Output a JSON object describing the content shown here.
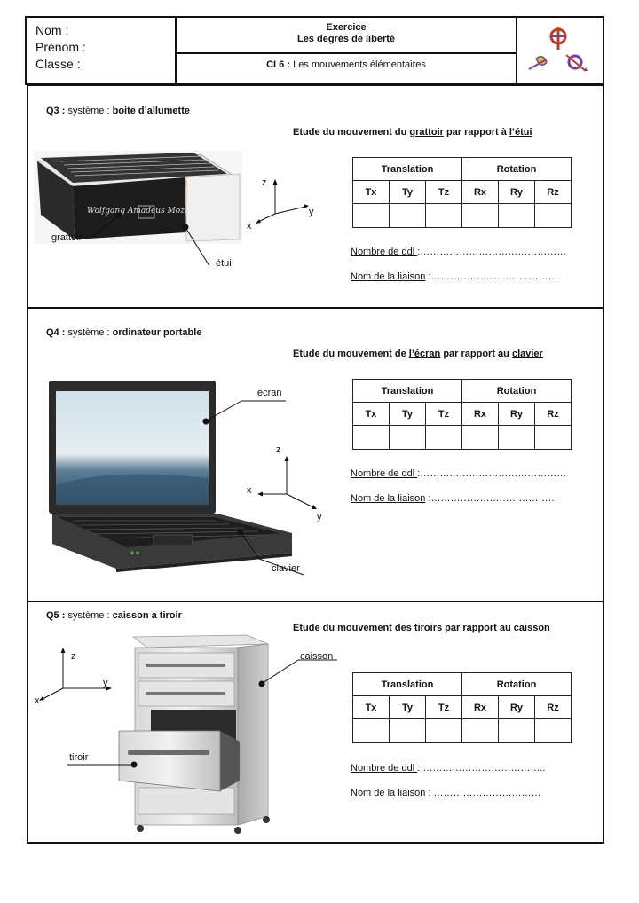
{
  "header": {
    "nom": "Nom :",
    "prenom": "Prénom :",
    "classe": "Classe :",
    "title_line1": "Exercice",
    "title_line2": "Les degrés de liberté",
    "ci_bold": "CI 6 :",
    "ci_text": " Les mouvements élémentaires"
  },
  "table_headers": {
    "translation": "Translation",
    "rotation": "Rotation",
    "cols": [
      "Tx",
      "Ty",
      "Tz",
      "Rx",
      "Ry",
      "Rz"
    ]
  },
  "q3": {
    "label_bold": "Q3 :",
    "label_text": " système : ",
    "system": "boite d’allumette",
    "etude_pre": "Etude du mouvement du ",
    "etude_part": "grattoir",
    "etude_mid": " par rapport à ",
    "etude_ref": "l’étui",
    "part_label1": "grattoir",
    "part_label2": "étui",
    "ddl_label": "Nombre de ddl ",
    "ddl_fill": ":………………………………………",
    "liaison_label": "Nom de la liaison",
    "liaison_fill": " :…………………………………"
  },
  "q4": {
    "label_bold": "Q4 :",
    "label_text": " système : ",
    "system": "ordinateur portable",
    "etude_pre": "Etude du mouvement de ",
    "etude_part": "l’écran",
    "etude_mid": " par rapport au ",
    "etude_ref": "clavier",
    "part_label1": "écran",
    "part_label2": "clavier",
    "ddl_label": "Nombre de ddl ",
    "ddl_fill": ":………………………………………",
    "liaison_label": "Nom de la liaison",
    "liaison_fill": " :…………………………………"
  },
  "q5": {
    "label_bold": "Q5 :",
    "label_text": " système : ",
    "system": "caisson a tiroir",
    "etude_pre": "Etude du mouvement des ",
    "etude_part": "tiroirs",
    "etude_mid": " par rapport au ",
    "etude_ref": "caisson",
    "part_label1": "caisson",
    "part_label2": "tiroir",
    "ddl_label": "Nombre de ddl ",
    "ddl_fill": ": ………………………………..",
    "liaison_label": "Nom de la liaison",
    "liaison_fill": " : ……………………………"
  },
  "axes": {
    "x": "x",
    "y": "y",
    "z": "z"
  },
  "colors": {
    "border": "#111111",
    "logo_red": "#c0392b",
    "logo_yellow": "#e2c230",
    "logo_purple": "#7d3c98"
  }
}
